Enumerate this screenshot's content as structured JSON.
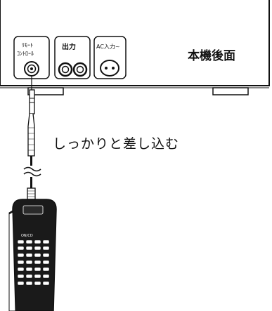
{
  "device": {
    "title": "本機後面",
    "remote_jack_label_line1": "ﾘﾓｰﾄ",
    "remote_jack_label_line2": "ｺﾝﾄﾛｰﾙ",
    "output_label": "出力",
    "ac_input_label": "AC入力~"
  },
  "instruction": "しっかりと差し込む",
  "remote": {
    "brand": "ON/CD"
  }
}
